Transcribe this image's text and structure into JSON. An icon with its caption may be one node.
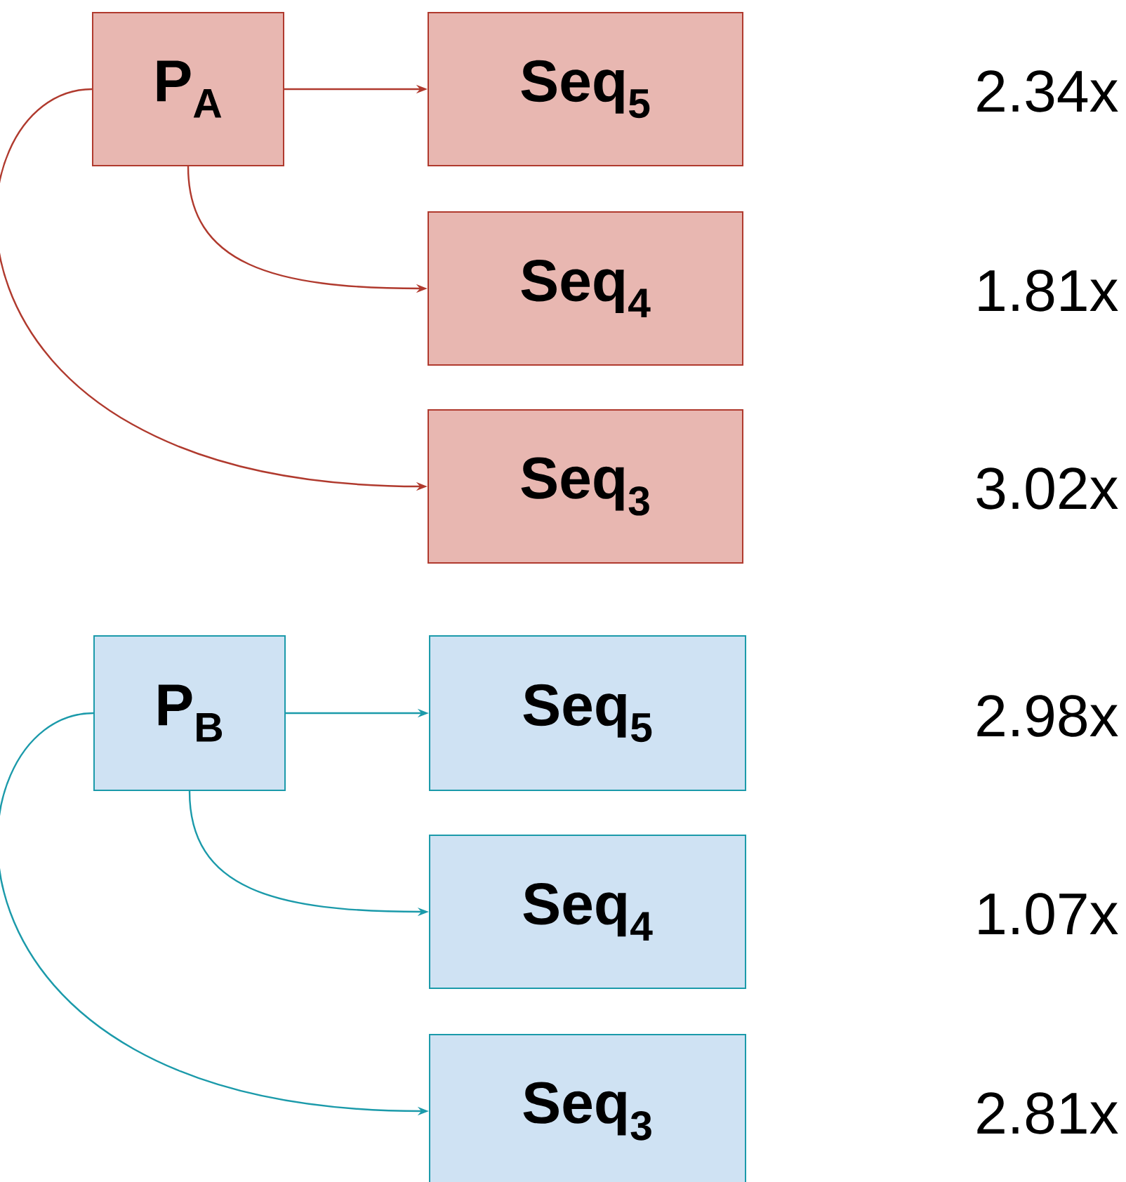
{
  "diagram": {
    "nodes": [
      {
        "text": [
          "P$_{A}$"
        ]
      },
      {
        "text": [
          "Seq$_{5}$"
        ]
      },
      {
        "text": [
          "Seq$_{4}$"
        ]
      },
      {
        "text": [
          "Seq$_{3}$"
        ]
      },
      {
        "text": [
          "P$_{B}$"
        ]
      },
      {
        "text": [
          "Seq$_{5}$"
        ]
      },
      {
        "text": [
          "Seq$_{4}$"
        ]
      },
      {
        "text": [
          "Seq$_{3}$"
        ]
      }
    ],
    "edges": [
      {
        "from": 0,
        "to": 1,
        "arrow": "to",
        "color": "#b03a2e"
      },
      {
        "from": 0,
        "to": 2,
        "arrow": "to",
        "color": "#b03a2e"
      },
      {
        "from": 0,
        "to": 3,
        "arrow": "to",
        "color": "#b03a2e"
      },
      {
        "from": 4,
        "to": 5,
        "arrow": "to",
        "color": "#1b9aaa"
      },
      {
        "from": 4,
        "to": 6,
        "arrow": "to",
        "color": "#1b9aaa"
      },
      {
        "from": 4,
        "to": 7,
        "arrow": "to",
        "color": "#1b9aaa"
      }
    ],
    "labels": [
      "2.34x",
      "1.81x",
      "3.02x",
      "2.98x",
      "1.07x",
      "2.81x"
    ]
  }
}
